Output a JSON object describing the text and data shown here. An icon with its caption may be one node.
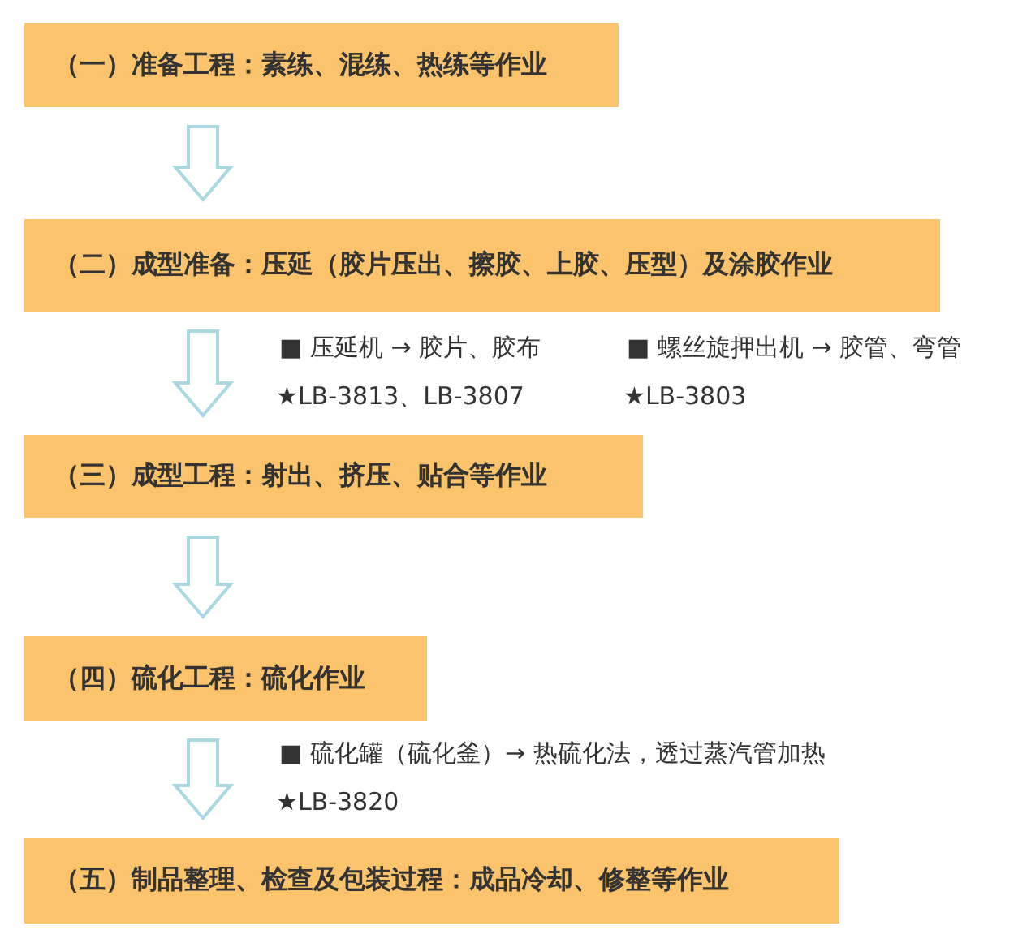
{
  "diagram": {
    "nodes": [
      {
        "text": [
          "（一）准备工程：素练、混练、热练等作业"
        ]
      },
      {
        "text": [
          "（二）成型准备：压延（胶片压出、擦胶、上胶、压型）及涂胶作业"
        ]
      },
      {
        "text": [
          "（三）成型工程：射出、挤压、贴合等作业"
        ]
      },
      {
        "text": [
          "（四）硫化工程：硫化作业"
        ]
      },
      {
        "text": [
          "（五）制品整理、检查及包装过程：成品冷却、修整等作业"
        ]
      }
    ],
    "edges": [
      {
        "from": 0,
        "to": 1,
        "arrow": "to"
      },
      {
        "from": 1,
        "to": 2,
        "arrow": "to"
      },
      {
        "from": 2,
        "to": 3,
        "arrow": "to"
      },
      {
        "from": 3,
        "to": 4,
        "arrow": "to"
      }
    ],
    "labels": [
      "■ 压延机 → 胶片、胶布",
      "■ 螺丝旋押出机 → 胶管、弯管",
      "★LB-3813、LB-3807",
      "★LB-3803",
      "■ 硫化罐（硫化釜）→ 热硫化法，透过蒸汽管加热",
      "★LB-3820"
    ]
  }
}
